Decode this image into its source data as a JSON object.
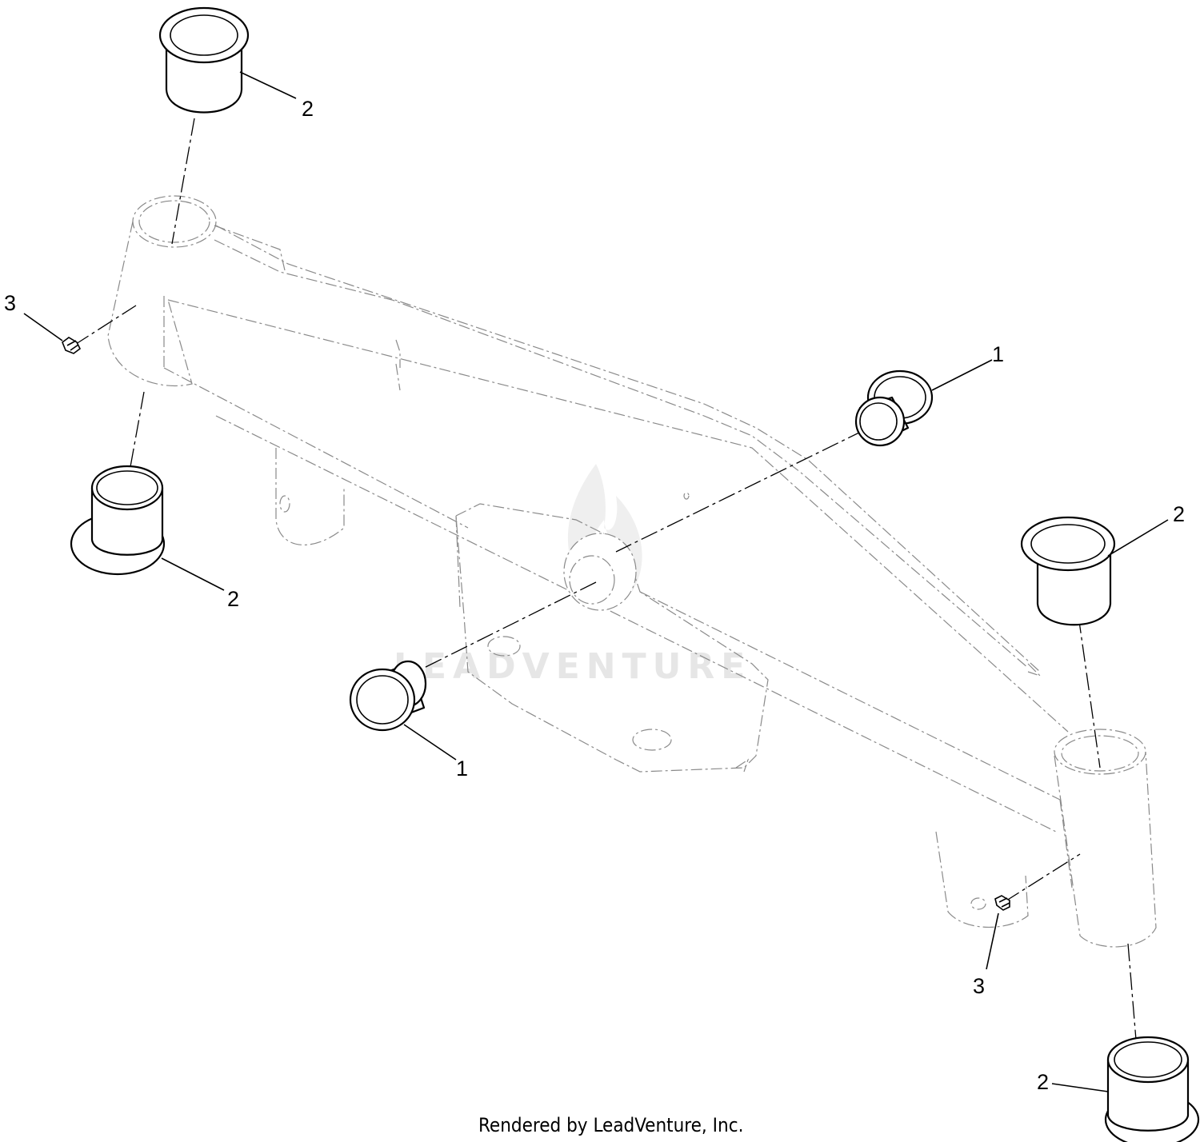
{
  "callouts": {
    "c1a": "1",
    "c1b": "1",
    "c2a": "2",
    "c2b": "2",
    "c2c": "2",
    "c2d": "2",
    "c3a": "3",
    "c3b": "3"
  },
  "watermark": "LEADVENTURE",
  "credit": "Rendered by LeadVenture, Inc."
}
